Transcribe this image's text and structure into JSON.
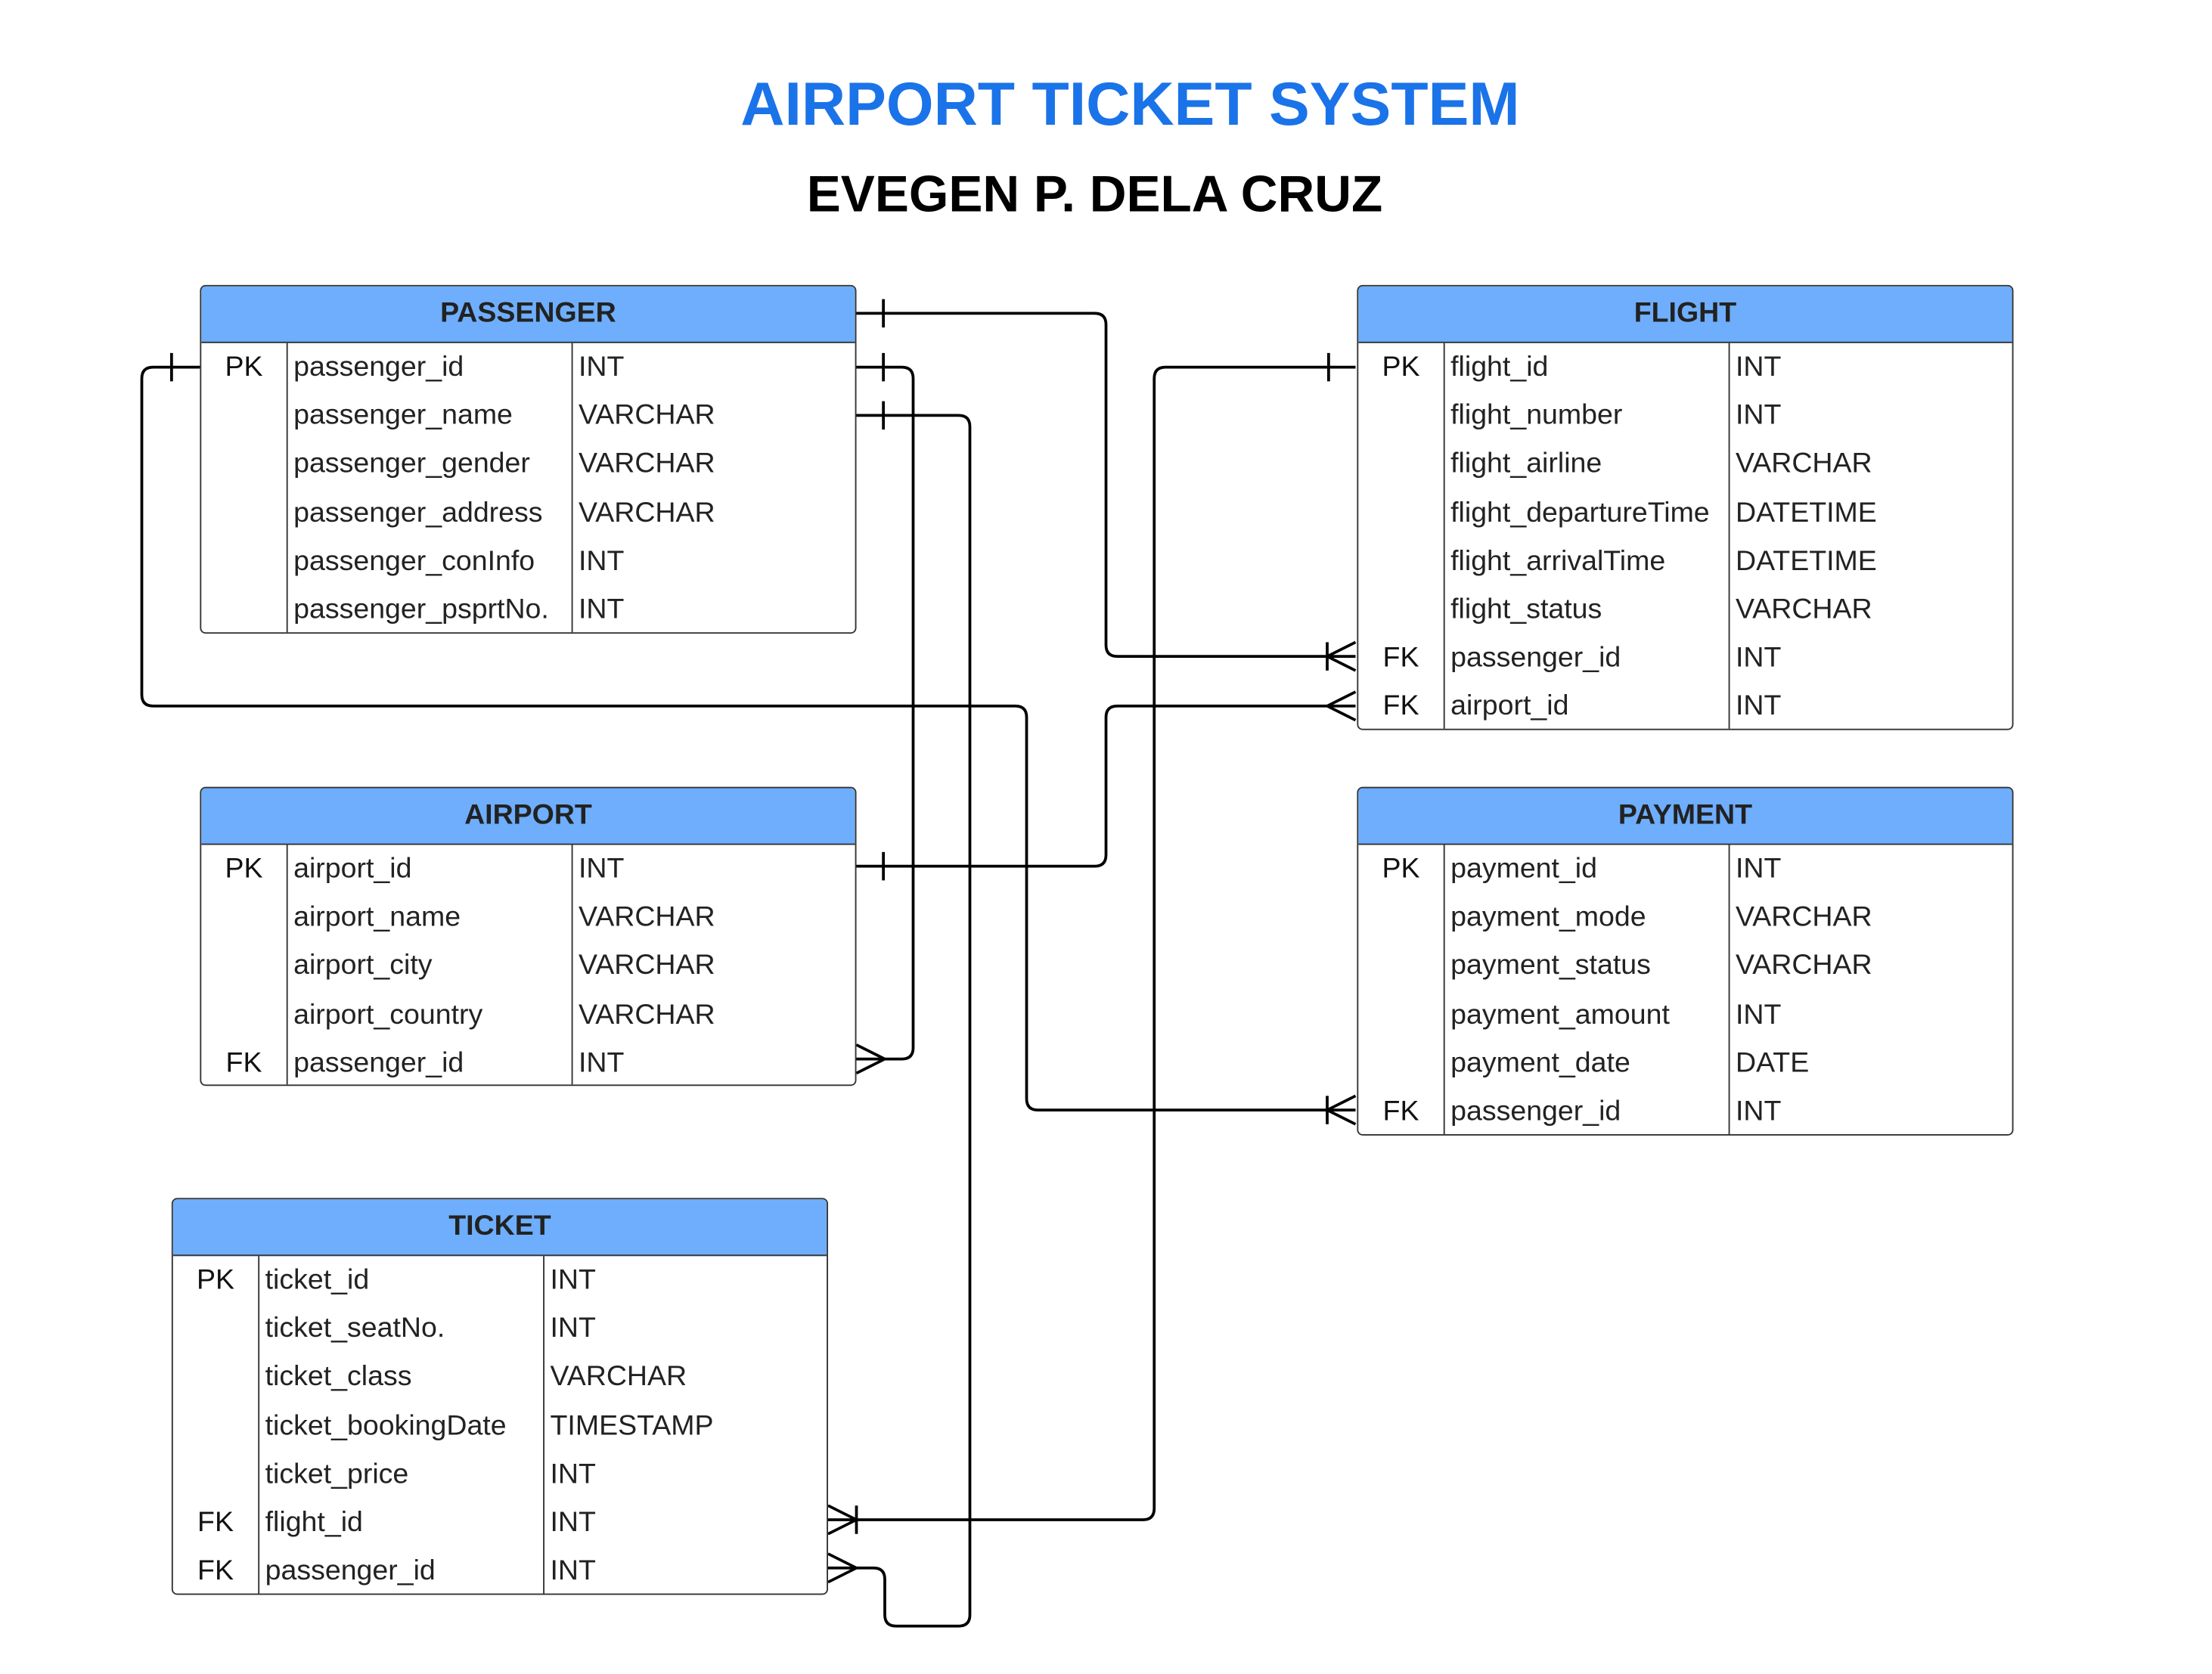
{
  "title": "AIRPORT TICKET SYSTEM",
  "subtitle": "EVEGEN P. DELA CRUZ",
  "colors": {
    "title": "#1a73e8",
    "header_fill": "#6eaefc",
    "line": "#000000"
  },
  "entities": {
    "passenger": {
      "name": "PASSENGER",
      "rows": [
        {
          "key": "PK",
          "name": "passenger_id",
          "type": "INT"
        },
        {
          "key": "",
          "name": "passenger_name",
          "type": "VARCHAR"
        },
        {
          "key": "",
          "name": "passenger_gender",
          "type": "VARCHAR"
        },
        {
          "key": "",
          "name": "passenger_address",
          "type": "VARCHAR"
        },
        {
          "key": "",
          "name": "passenger_conInfo",
          "type": "INT"
        },
        {
          "key": "",
          "name": "passenger_psprtNo.",
          "type": "INT"
        }
      ]
    },
    "flight": {
      "name": "FLIGHT",
      "rows": [
        {
          "key": "PK",
          "name": "flight_id",
          "type": "INT"
        },
        {
          "key": "",
          "name": "flight_number",
          "type": "INT"
        },
        {
          "key": "",
          "name": "flight_airline",
          "type": "VARCHAR"
        },
        {
          "key": "",
          "name": "flight_departureTime",
          "type": "DATETIME"
        },
        {
          "key": "",
          "name": "flight_arrivalTime",
          "type": "DATETIME"
        },
        {
          "key": "",
          "name": "flight_status",
          "type": "VARCHAR"
        },
        {
          "key": "FK",
          "name": "passenger_id",
          "type": "INT"
        },
        {
          "key": "FK",
          "name": "airport_id",
          "type": "INT"
        }
      ]
    },
    "airport": {
      "name": "AIRPORT",
      "rows": [
        {
          "key": "PK",
          "name": "airport_id",
          "type": "INT"
        },
        {
          "key": "",
          "name": "airport_name",
          "type": "VARCHAR"
        },
        {
          "key": "",
          "name": "airport_city",
          "type": "VARCHAR"
        },
        {
          "key": "",
          "name": "airport_country",
          "type": "VARCHAR"
        },
        {
          "key": "FK",
          "name": "passenger_id",
          "type": "INT"
        }
      ]
    },
    "payment": {
      "name": "PAYMENT",
      "rows": [
        {
          "key": "PK",
          "name": "payment_id",
          "type": "INT"
        },
        {
          "key": "",
          "name": "payment_mode",
          "type": "VARCHAR"
        },
        {
          "key": "",
          "name": "payment_status",
          "type": "VARCHAR"
        },
        {
          "key": "",
          "name": "payment_amount",
          "type": "INT"
        },
        {
          "key": "",
          "name": "payment_date",
          "type": "DATE"
        },
        {
          "key": "FK",
          "name": "passenger_id",
          "type": "INT"
        }
      ]
    },
    "ticket": {
      "name": "TICKET",
      "rows": [
        {
          "key": "PK",
          "name": "ticket_id",
          "type": "INT"
        },
        {
          "key": "",
          "name": "ticket_seatNo.",
          "type": "INT"
        },
        {
          "key": "",
          "name": "ticket_class",
          "type": "VARCHAR"
        },
        {
          "key": "",
          "name": "ticket_bookingDate",
          "type": "TIMESTAMP"
        },
        {
          "key": "",
          "name": "ticket_price",
          "type": "INT"
        },
        {
          "key": "FK",
          "name": "flight_id",
          "type": "INT"
        },
        {
          "key": "FK",
          "name": "passenger_id",
          "type": "INT"
        }
      ]
    }
  }
}
